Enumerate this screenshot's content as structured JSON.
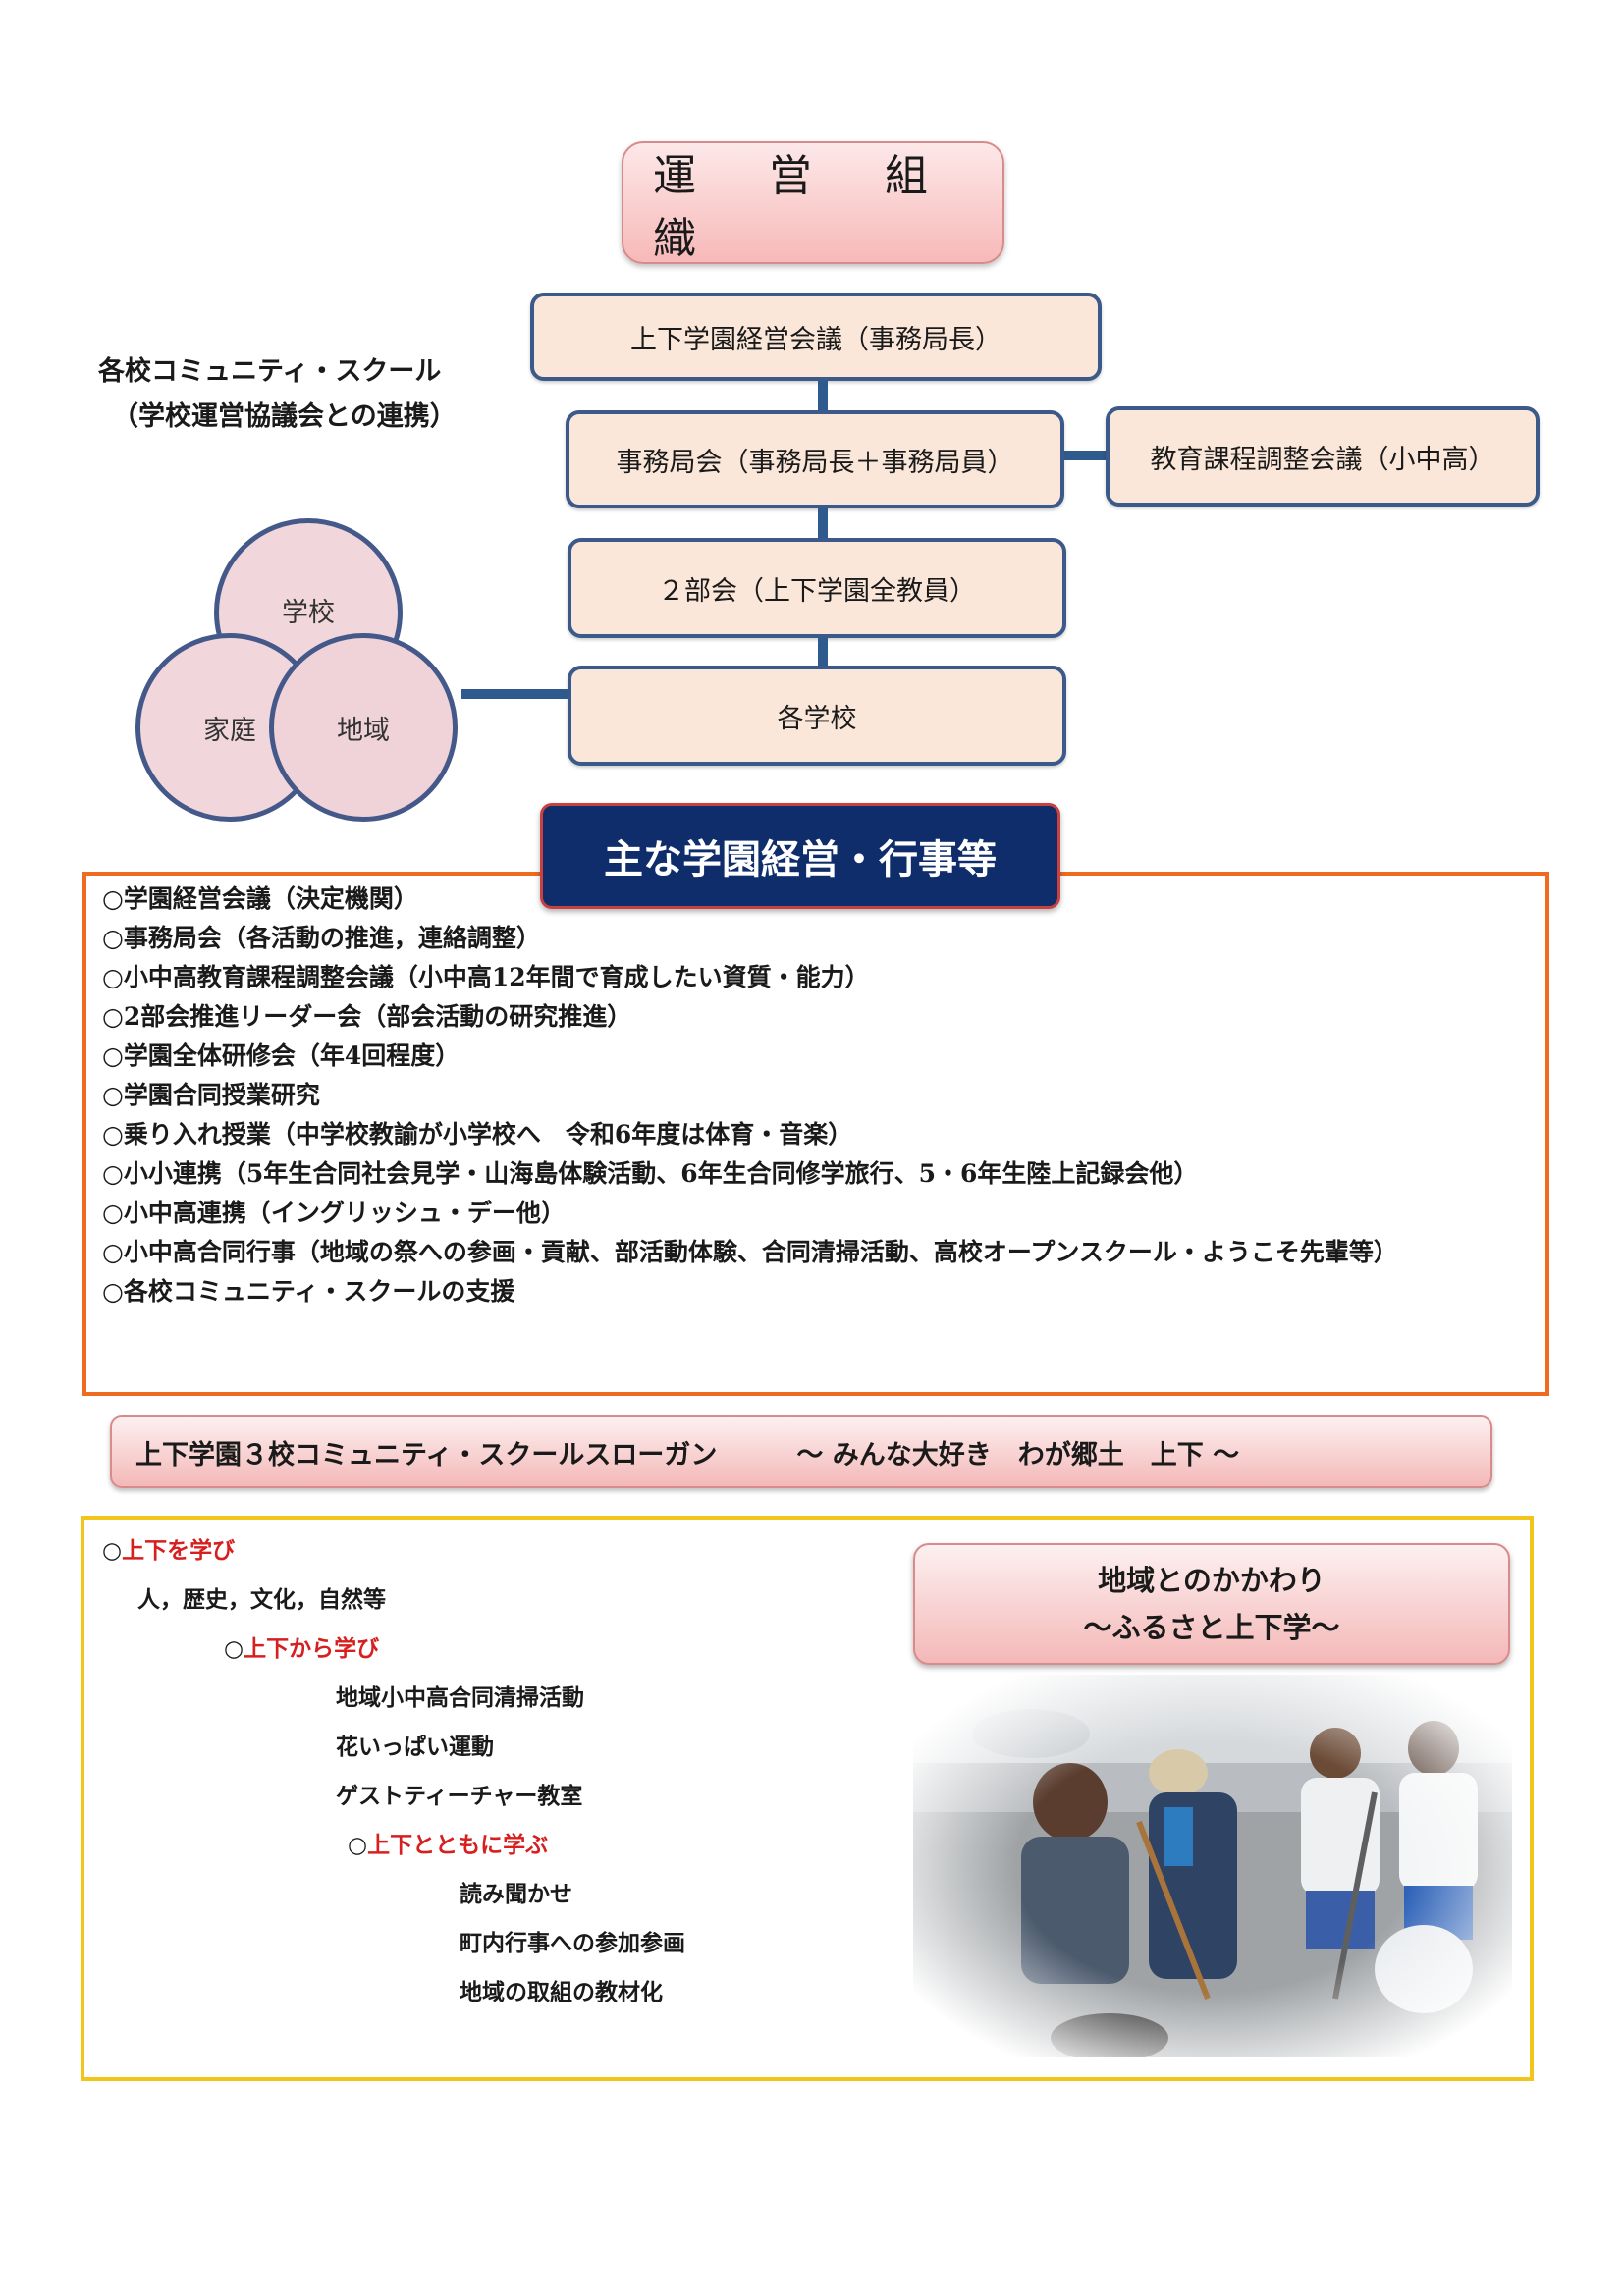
{
  "title": "運 営 組 織",
  "org": {
    "council": "上下学園経営会議（事務局長）",
    "secretariat": "事務局会（事務局長＋事務局員）",
    "curriculum": "教育課程調整会議（小中高）",
    "two_bureau": "２部会（上下学園全教員）",
    "schools": "各学校"
  },
  "community_school": {
    "line1": "各校コミュニティ・スクール",
    "line2": "（学校運営協議会との連携）",
    "circles": {
      "school": "学校",
      "home": "家庭",
      "region": "地域"
    }
  },
  "events": {
    "header": "主な学園経営・行事等",
    "items": [
      "○学園経営会議（決定機関）",
      "○事務局会（各活動の推進，連絡調整）",
      "○小中高教育課程調整会議（小中高12年間で育成したい資質・能力）",
      "○2部会推進リーダー会（部会活動の研究推進）",
      "○学園全体研修会（年4回程度）",
      "○学園合同授業研究",
      "○乗り入れ授業（中学校教諭が小学校へ　令和6年度は体育・音楽）",
      "○小小連携（5年生合同社会見学・山海島体験活動、6年生合同修学旅行、5・6年生陸上記録会他）",
      "○小中高連携（イングリッシュ・デー他）",
      "○小中高合同行事（地域の祭への参画・貢献、部活動体験、合同清掃活動、高校オープンスクール・ようこそ先輩等）",
      "○各校コミュニティ・スクールの支援"
    ]
  },
  "slogan": "上下学園３校コミュニティ・スクールスローガン　　　～ みんな大好き　わが郷土　上下 ～",
  "community": {
    "learn_about": {
      "mark": "○",
      "label": "上下を学び"
    },
    "learn_about_detail": "人，歴史，文化，自然等",
    "learn_from": {
      "mark": "○",
      "label": "上下から学び"
    },
    "learn_from_items": [
      "地域小中高合同清掃活動",
      "花いっぱい運動",
      "ゲストティーチャー教室"
    ],
    "learn_with": {
      "mark": "○",
      "label": "上下とともに学ぶ"
    },
    "learn_with_items": [
      "読み聞かせ",
      "町内行事への参加参画",
      "地域の取組の教材化"
    ]
  },
  "region": {
    "title_line1": "地域とのかかわり",
    "title_line2": "～ふるさと上下学～"
  },
  "colors": {
    "navy": "#0f2d6b",
    "org_border": "#3b5a8a",
    "org_fill": "#fbe7d9",
    "orange_frame": "#ee6b1f",
    "yellow_frame": "#f2c51d",
    "red_text": "#d81f1f"
  }
}
